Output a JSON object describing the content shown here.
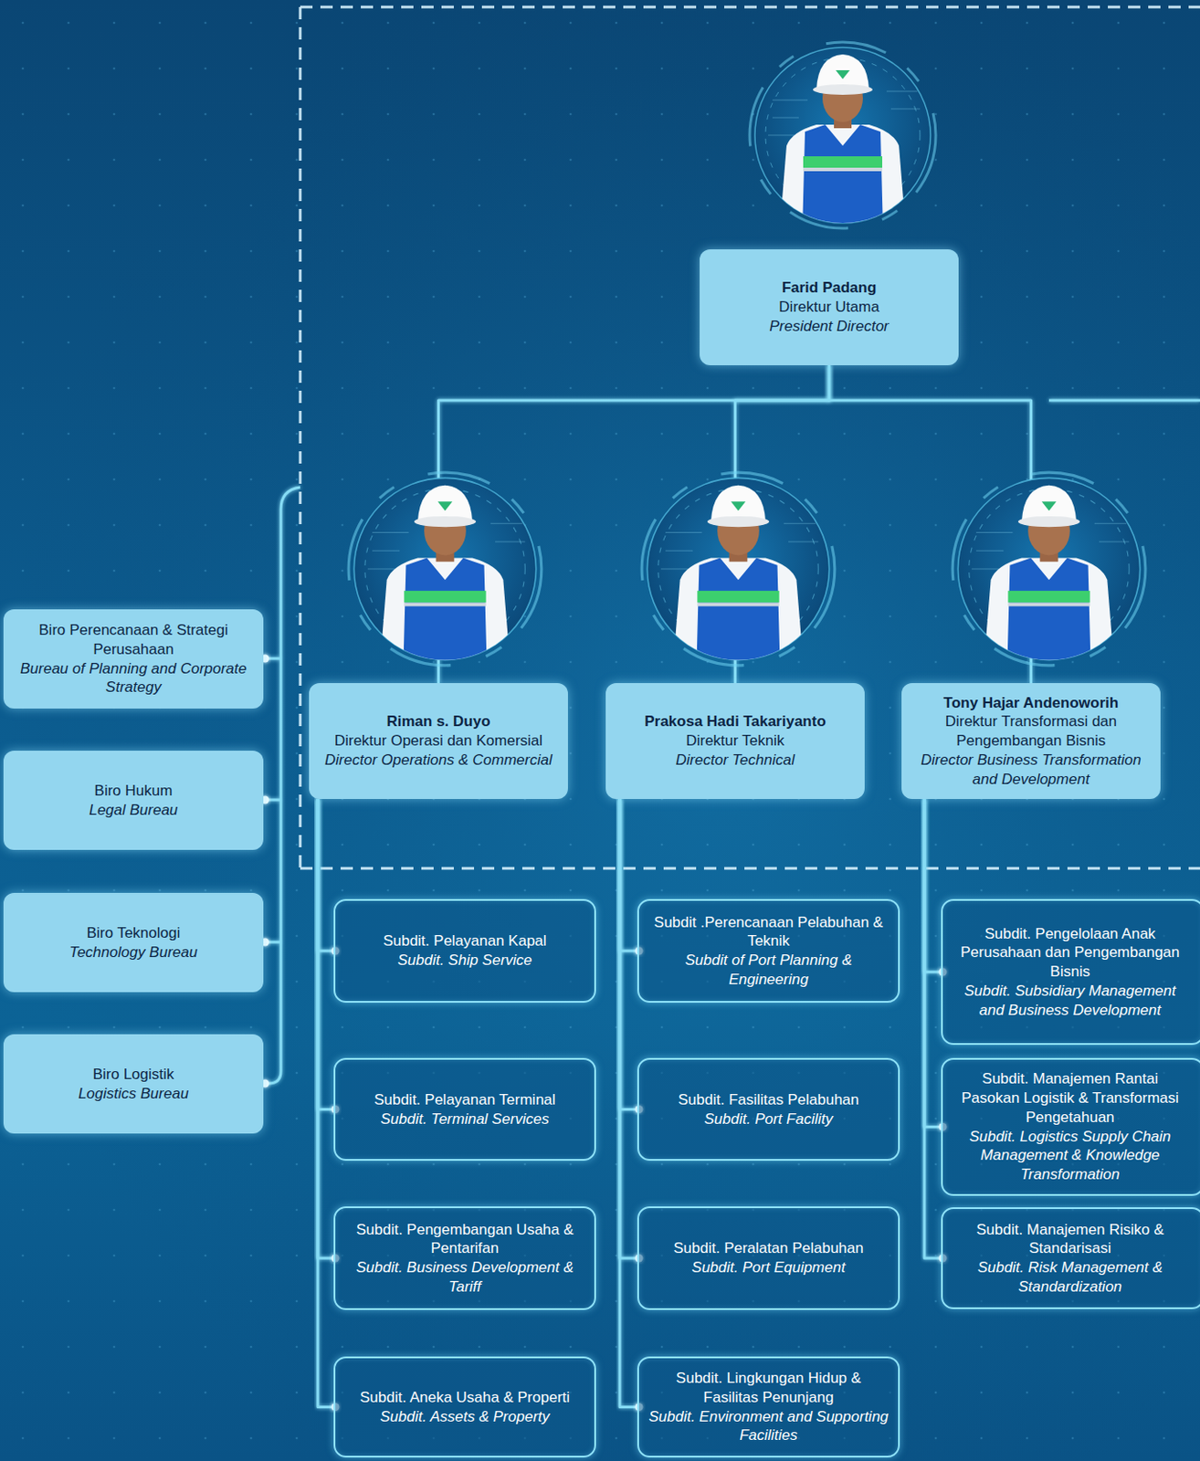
{
  "diagram": {
    "nodes": [
      {
        "text": [
          "Farid Padang",
          "Direktur Utama",
          "President Director"
        ]
      },
      {
        "text": [
          "Riman s. Duyo",
          "Direktur Operasi dan Komersial",
          "Director Operations & Commercial"
        ]
      },
      {
        "text": [
          "Prakosa Hadi Takariyanto",
          "Direktur Teknik",
          "Director Technical"
        ]
      },
      {
        "text": [
          "Tony Hajar Andenoworih",
          "Direktur Transformasi dan Pengembangan Bisnis",
          "Director Business Transformation and Development"
        ]
      },
      {
        "text": [
          "Biro Perencanaan & Strategi Perusahaan",
          "Bureau of Planning and Corporate Strategy"
        ]
      },
      {
        "text": [
          "Biro Hukum",
          "Legal Bureau"
        ]
      },
      {
        "text": [
          "Biro Teknologi",
          "Technology Bureau"
        ]
      },
      {
        "text": [
          "Biro Logistik",
          "Logistics Bureau"
        ]
      },
      {
        "text": [
          "Subdit. Pelayanan Kapal",
          "Subdit. Ship Service"
        ]
      },
      {
        "text": [
          "Subdit. Pelayanan Terminal",
          "Subdit. Terminal Services"
        ]
      },
      {
        "text": [
          "Subdit. Pengembangan Usaha & Pentarifan",
          "Subdit. Business Development & Tariff"
        ]
      },
      {
        "text": [
          "Subdit. Aneka Usaha & Properti",
          "Subdit. Assets & Property"
        ]
      },
      {
        "text": [
          "Subdit .Perencanaan Pelabuhan & Teknik",
          "Subdit of Port Planning & Engineering"
        ]
      },
      {
        "text": [
          "Subdit. Fasilitas Pelabuhan",
          "Subdit. Port Facility"
        ]
      },
      {
        "text": [
          "Subdit. Peralatan Pelabuhan",
          "Subdit. Port Equipment"
        ]
      },
      {
        "text": [
          "Subdit. Lingkungan Hidup & Fasilitas Penunjang",
          "Subdit. Environment and Supporting Facilities"
        ]
      },
      {
        "text": [
          "Subdit. Pengelolaan Anak Perusahaan dan Pengembangan Bisnis",
          "Subdit. Subsidiary Management and Business Development"
        ]
      },
      {
        "text": [
          "Subdit. Manajemen Rantai Pasokan Logistik & Transformasi Pengetahuan",
          "Subdit. Logistics Supply Chain Management & Knowledge Transformation"
        ]
      },
      {
        "text": [
          "Subdit. Manajemen Risiko & Standarisasi",
          "Subdit. Risk Management & Standardization"
        ]
      }
    ],
    "edges": [
      {
        "from": 0,
        "to": 1,
        "arrow": "none"
      },
      {
        "from": 0,
        "to": 2,
        "arrow": "none"
      },
      {
        "from": 0,
        "to": 3,
        "arrow": "none"
      },
      {
        "from": 1,
        "to": 8,
        "arrow": "none"
      },
      {
        "from": 1,
        "to": 9,
        "arrow": "none"
      },
      {
        "from": 1,
        "to": 10,
        "arrow": "none"
      },
      {
        "from": 1,
        "to": 11,
        "arrow": "none"
      },
      {
        "from": 2,
        "to": 12,
        "arrow": "none"
      },
      {
        "from": 2,
        "to": 13,
        "arrow": "none"
      },
      {
        "from": 2,
        "to": 14,
        "arrow": "none"
      },
      {
        "from": 2,
        "to": 15,
        "arrow": "none"
      },
      {
        "from": 3,
        "to": 16,
        "arrow": "none"
      },
      {
        "from": 3,
        "to": 17,
        "arrow": "none"
      },
      {
        "from": 3,
        "to": 18,
        "arrow": "none"
      }
    ]
  }
}
